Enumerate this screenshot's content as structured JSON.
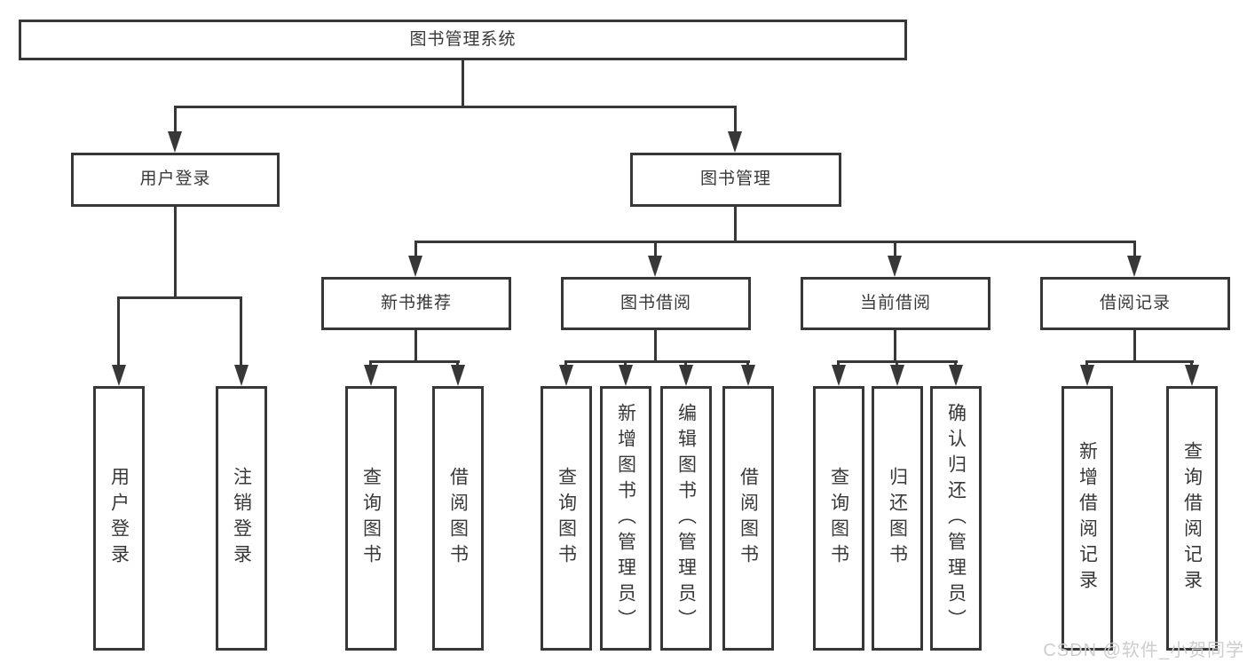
{
  "diagram": {
    "type": "hierarchy-tree",
    "title": "图书管理系统"
  },
  "nodes": {
    "root": {
      "label": "图书管理系统"
    },
    "level2": [
      {
        "label": "用户登录",
        "parent": "图书管理系统"
      },
      {
        "label": "图书管理",
        "parent": "图书管理系统"
      }
    ],
    "level3": [
      {
        "label": "新书推荐",
        "parent": "图书管理"
      },
      {
        "label": "图书借阅",
        "parent": "图书管理"
      },
      {
        "label": "当前借阅",
        "parent": "图书管理"
      },
      {
        "label": "借阅记录",
        "parent": "图书管理"
      }
    ],
    "leaves": [
      {
        "label": "用户登录",
        "parent": "用户登录"
      },
      {
        "label": "注销登录",
        "parent": "用户登录"
      },
      {
        "label": "查询图书",
        "parent": "新书推荐"
      },
      {
        "label": "借阅图书",
        "parent": "新书推荐"
      },
      {
        "label": "查询图书",
        "parent": "图书借阅"
      },
      {
        "label": "新增图书（管理员）",
        "parent": "图书借阅"
      },
      {
        "label": "编辑图书（管理员）",
        "parent": "图书借阅"
      },
      {
        "label": "借阅图书",
        "parent": "图书借阅"
      },
      {
        "label": "查询图书",
        "parent": "当前借阅"
      },
      {
        "label": "归还图书",
        "parent": "当前借阅"
      },
      {
        "label": "确认归还（管理员）",
        "parent": "当前借阅"
      },
      {
        "label": "新增借阅记录",
        "parent": "借阅记录"
      },
      {
        "label": "查询借阅记录",
        "parent": "借阅记录"
      }
    ]
  },
  "watermark": {
    "text": "CSDN @软件_小贺同学"
  },
  "colors": {
    "line": "#373737",
    "box_border": "#373737",
    "text": "#383838",
    "background": "#ffffff",
    "watermark": "#cdcdcd"
  }
}
